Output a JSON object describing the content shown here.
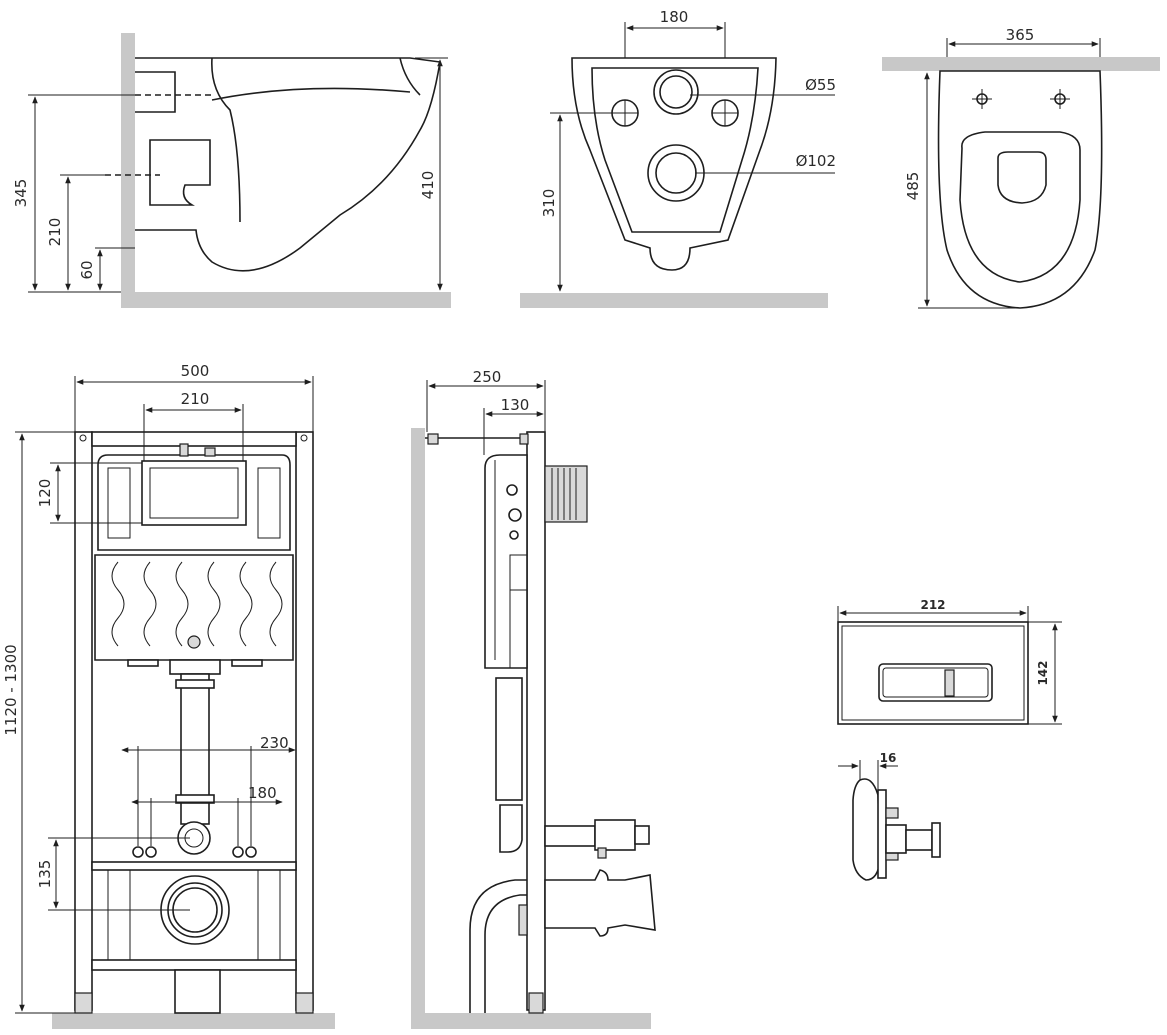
{
  "side_view": {
    "height_total": "410",
    "height_outlet": "345",
    "height_inlet": "210",
    "height_min": "60"
  },
  "bottom_view": {
    "fixing_spacing": "180",
    "inlet_diameter": "Ø55",
    "outlet_diameter": "Ø102",
    "outlet_height": "310"
  },
  "top_view": {
    "width": "365",
    "length": "485"
  },
  "frame_front": {
    "width": "500",
    "cistern_width": "210",
    "cistern_height": "120",
    "height_range": "1120 - 1300",
    "stud_spacing_outer": "230",
    "stud_spacing_inner": "180",
    "outlet_height": "135"
  },
  "frame_side": {
    "depth": "250",
    "cistern_depth": "130"
  },
  "flush_plate": {
    "width": "212",
    "height": "142",
    "thickness": "16"
  }
}
